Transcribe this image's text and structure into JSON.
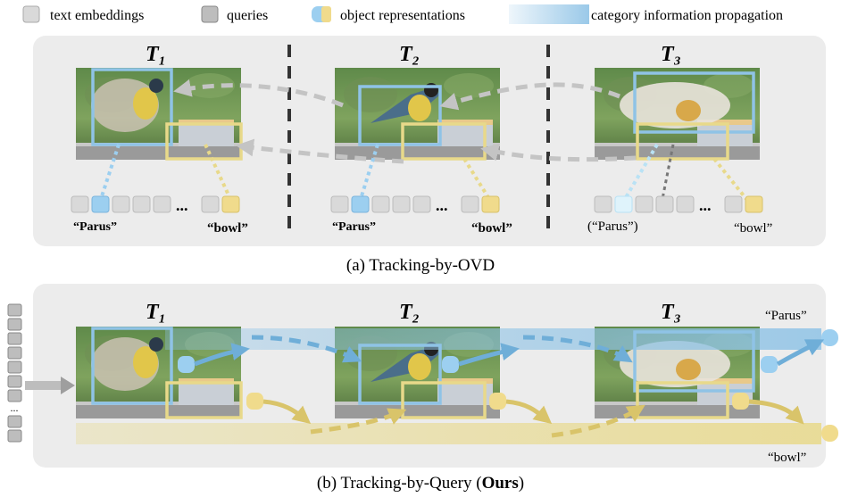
{
  "legend": {
    "text_embeddings": "text embeddings",
    "queries": "queries",
    "object_representations": "object representations",
    "category_propagation": "category information propagation"
  },
  "frames": {
    "t1": "T₁",
    "t2": "T₂",
    "t3": "T₃"
  },
  "panel_a": {
    "caption": "(a) Tracking-by-OVD",
    "labels": {
      "parus": "“Parus”",
      "bowl": "“bowl”",
      "parus_paren": "(“Parus”)",
      "ellipsis": "..."
    }
  },
  "panel_b": {
    "caption_prefix": "(b) Tracking-by-Query (",
    "caption_bold": "Ours",
    "caption_suffix": ")",
    "parus_label": "“Parus”",
    "bowl_label": "“bowl”",
    "query_ellipsis": "..."
  },
  "colors": {
    "panel_bg": "#ececec",
    "blue_box": "#8fc3e6",
    "yellow_box": "#e8d98a",
    "blue_dot": "#9ccff0",
    "yellow_dot": "#f0db8c",
    "embedding": "#d9d9d9",
    "query": "#bdbdbd",
    "arrow_gray": "#c4c4c4",
    "divider": "#333333"
  }
}
